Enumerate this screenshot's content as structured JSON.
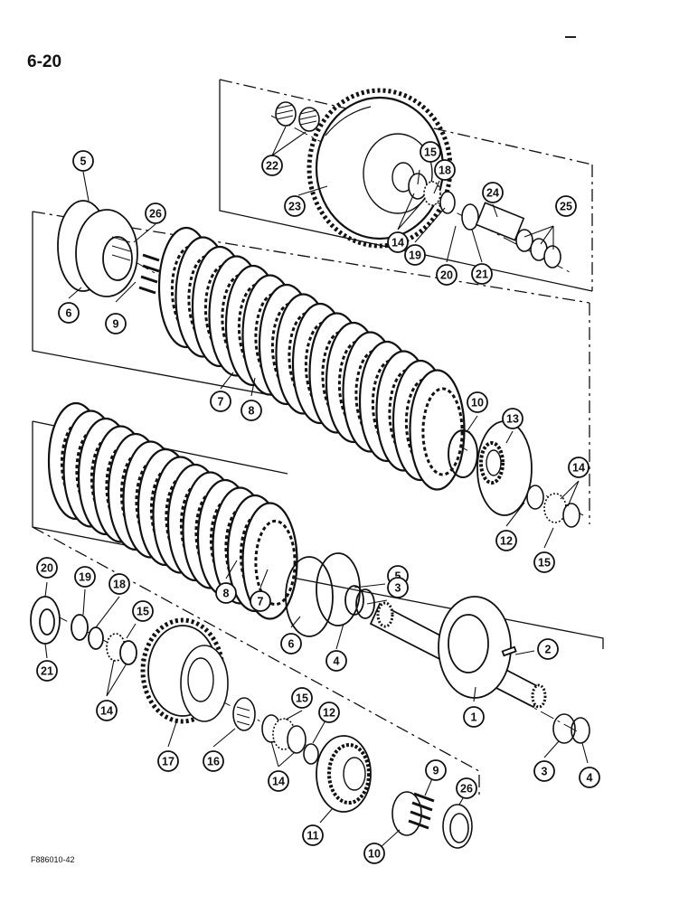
{
  "page_number": "6-20",
  "figure_code": "F886010-42",
  "callouts": [
    {
      "id": "c22",
      "label": "22"
    },
    {
      "id": "c23",
      "label": "23"
    },
    {
      "id": "c15a",
      "label": "15"
    },
    {
      "id": "c18a",
      "label": "18"
    },
    {
      "id": "c24",
      "label": "24"
    },
    {
      "id": "c25",
      "label": "25"
    },
    {
      "id": "c14a",
      "label": "14"
    },
    {
      "id": "c19a",
      "label": "19"
    },
    {
      "id": "c20a",
      "label": "20"
    },
    {
      "id": "c21a",
      "label": "21"
    },
    {
      "id": "c5a",
      "label": "5"
    },
    {
      "id": "c26a",
      "label": "26"
    },
    {
      "id": "c6a",
      "label": "6"
    },
    {
      "id": "c9a",
      "label": "9"
    },
    {
      "id": "c7a",
      "label": "7"
    },
    {
      "id": "c8a",
      "label": "8"
    },
    {
      "id": "c10a",
      "label": "10"
    },
    {
      "id": "c13",
      "label": "13"
    },
    {
      "id": "c14b",
      "label": "14"
    },
    {
      "id": "c12a",
      "label": "12"
    },
    {
      "id": "c15b",
      "label": "15"
    },
    {
      "id": "c5b",
      "label": "5"
    },
    {
      "id": "c3a",
      "label": "3"
    },
    {
      "id": "c8b",
      "label": "8"
    },
    {
      "id": "c7b",
      "label": "7"
    },
    {
      "id": "c6b",
      "label": "6"
    },
    {
      "id": "c4a",
      "label": "4"
    },
    {
      "id": "c2",
      "label": "2"
    },
    {
      "id": "c1",
      "label": "1"
    },
    {
      "id": "c3b",
      "label": "3"
    },
    {
      "id": "c4b",
      "label": "4"
    },
    {
      "id": "c20b",
      "label": "20"
    },
    {
      "id": "c19b",
      "label": "19"
    },
    {
      "id": "c18b",
      "label": "18"
    },
    {
      "id": "c15c",
      "label": "15"
    },
    {
      "id": "c21b",
      "label": "21"
    },
    {
      "id": "c14c",
      "label": "14"
    },
    {
      "id": "c17",
      "label": "17"
    },
    {
      "id": "c16",
      "label": "16"
    },
    {
      "id": "c15d",
      "label": "15"
    },
    {
      "id": "c12b",
      "label": "12"
    },
    {
      "id": "c14d",
      "label": "14"
    },
    {
      "id": "c9b",
      "label": "9"
    },
    {
      "id": "c26b",
      "label": "26"
    },
    {
      "id": "c11",
      "label": "11"
    },
    {
      "id": "c10b",
      "label": "10"
    }
  ]
}
